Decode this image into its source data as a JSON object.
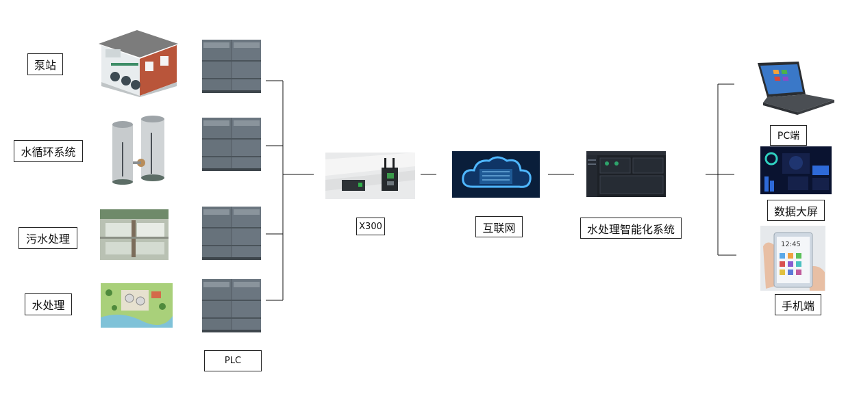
{
  "sources": [
    {
      "label": "泵站",
      "icon": "pump-station-building-icon"
    },
    {
      "label": "水循环系统",
      "icon": "water-tank-cylinders-icon"
    },
    {
      "label": "污水处理",
      "icon": "sewage-treatment-pool-icon"
    },
    {
      "label": "水处理",
      "icon": "water-treatment-plant-map-icon"
    }
  ],
  "plc": {
    "label": "PLC",
    "icon": "plc-controller-icon"
  },
  "gateway": {
    "label": "X300",
    "icon": "industrial-router-icon"
  },
  "cloud": {
    "label": "互联网",
    "icon": "cloud-icon"
  },
  "platform": {
    "label": "水处理智能化系统",
    "icon": "dashboard-screen-icon"
  },
  "terminals": [
    {
      "label": "PC端",
      "icon": "laptop-icon"
    },
    {
      "label": "数据大屏",
      "icon": "big-screen-dashboard-icon"
    },
    {
      "label": "手机端",
      "icon": "smartphone-hand-icon"
    }
  ],
  "phone_clock": "12:45"
}
